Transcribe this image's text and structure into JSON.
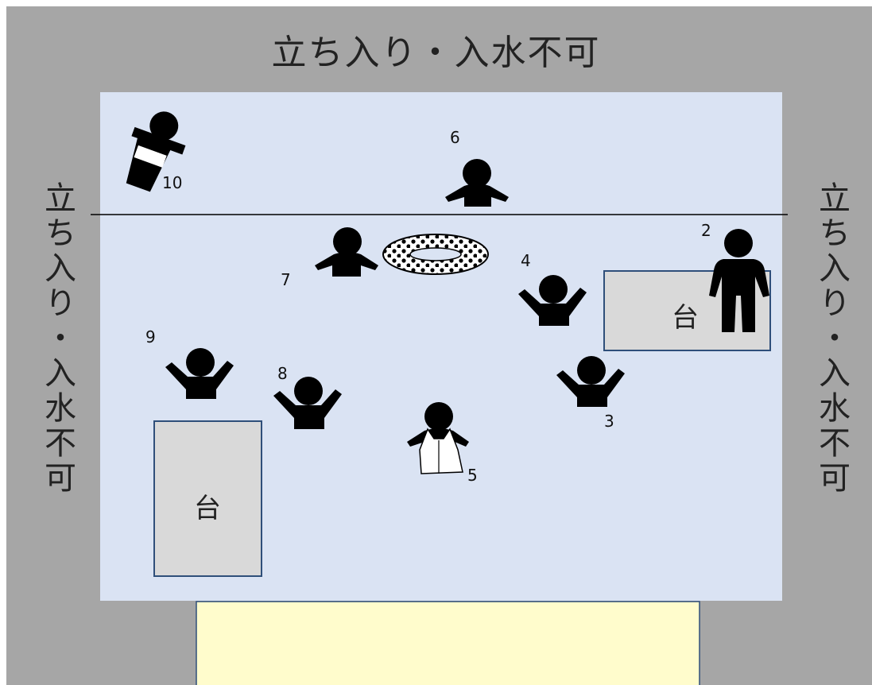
{
  "labels": {
    "top": "立ち入り・入水不可",
    "left": "立ち入り・入水不可",
    "right": "立ち入り・入水不可"
  },
  "platforms": [
    {
      "label": "台"
    },
    {
      "label": "台"
    }
  ],
  "people": [
    {
      "number": "2"
    },
    {
      "number": "3"
    },
    {
      "number": "4"
    },
    {
      "number": "5"
    },
    {
      "number": "6"
    },
    {
      "number": "7"
    },
    {
      "number": "8"
    },
    {
      "number": "9"
    },
    {
      "number": "10"
    }
  ],
  "colors": {
    "outer": "#a6a6a6",
    "pool": "#dae3f3",
    "platform": "#d9d9d9",
    "platform_border": "#2f4f7a",
    "entrance": "#fffccc",
    "figure": "#000000"
  }
}
